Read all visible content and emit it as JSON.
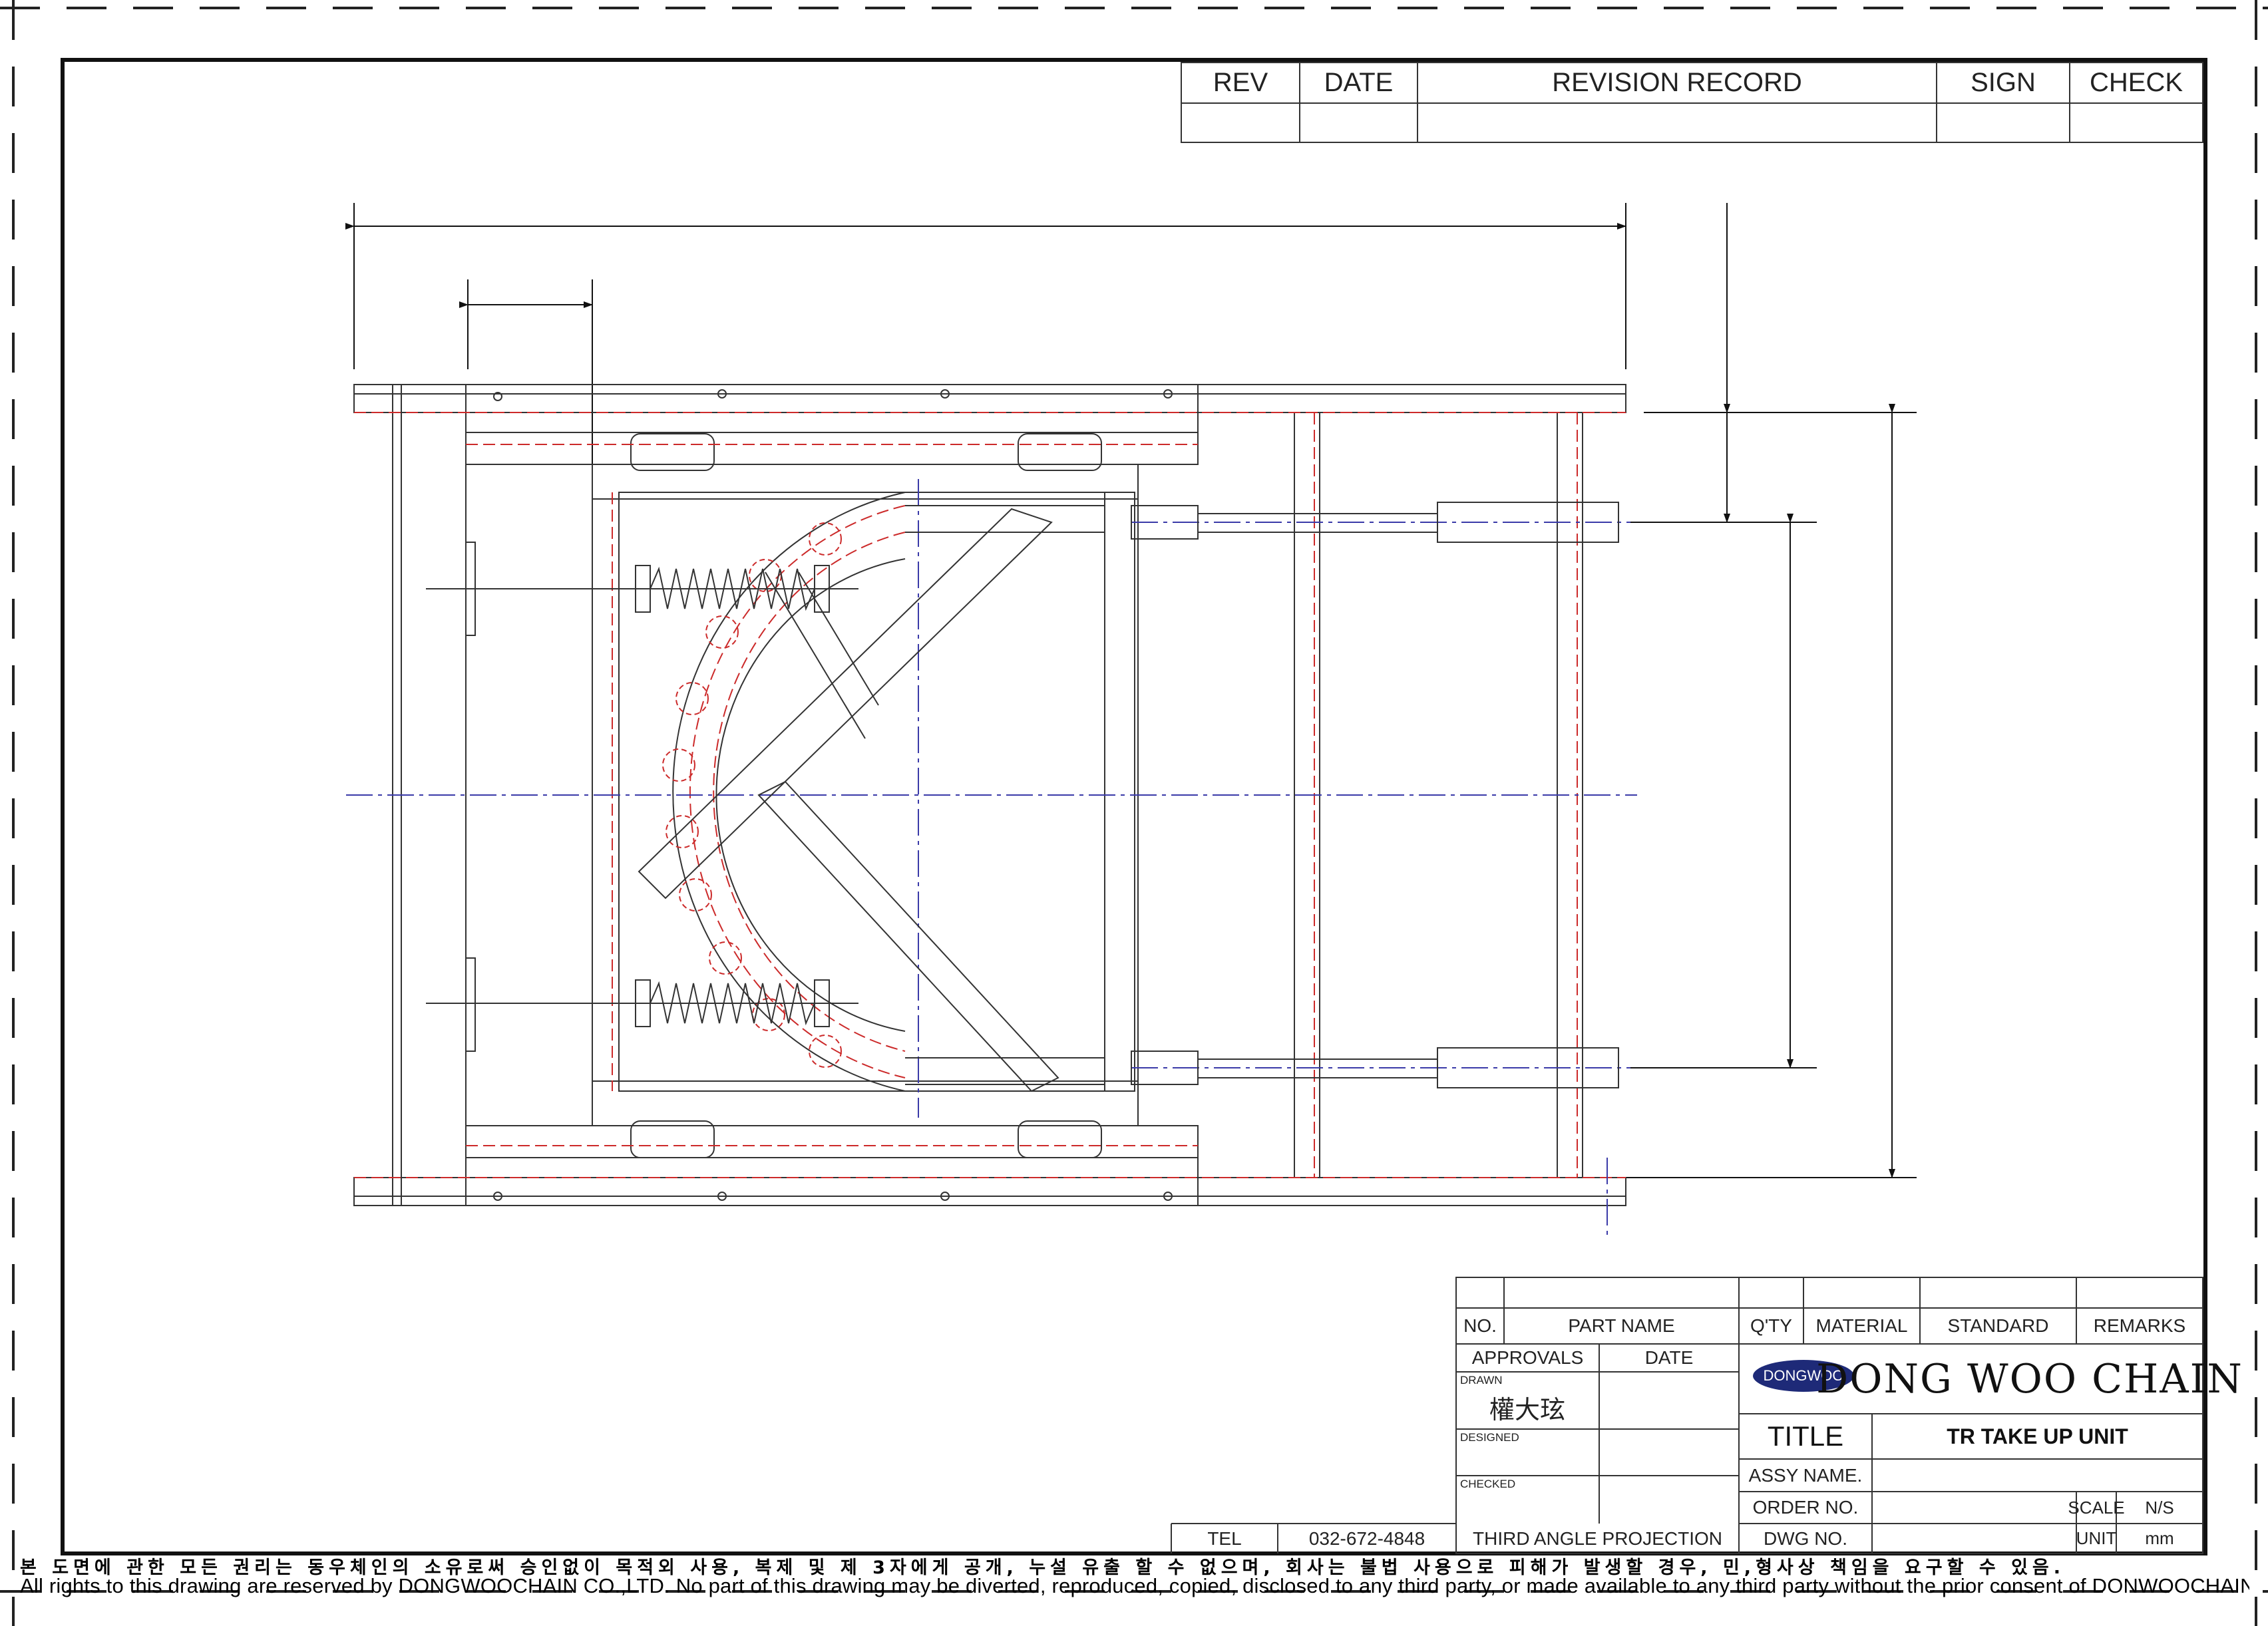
{
  "revision_block": {
    "rev": "REV",
    "date": "DATE",
    "revision_record": "REVISION RECORD",
    "sign": "SIGN",
    "check": "CHECK"
  },
  "parts_list": {
    "no": "NO.",
    "part_name": "PART NAME",
    "qty": "Q'TY",
    "material": "MATERIAL",
    "standard": "STANDARD",
    "remarks": "REMARKS"
  },
  "approvals": {
    "approvals": "APPROVALS",
    "date": "DATE",
    "drawn": "DRAWN",
    "drawn_by": "權大玹",
    "designed": "DESIGNED",
    "checked": "CHECKED"
  },
  "company": {
    "logo_text": "DONGWOO",
    "name": "DONG WOO CHAIN",
    "logo_color": "#1e2a78"
  },
  "title_block": {
    "title_label": "TITLE",
    "title_value": "TR TAKE UP UNIT",
    "assy_name": "ASSY NAME.",
    "order_no": "ORDER NO.",
    "dwg_no": "DWG NO.",
    "scale_label": "SCALE",
    "scale_value": "N/S",
    "unit_label": "UNIT",
    "unit_value": "mm",
    "tel_label": "TEL",
    "tel_value": "032-672-4848",
    "projection": "THIRD ANGLE PROJECTION"
  },
  "footer": {
    "korean": "본 도면에 관한 모든 권리는 동우체인의 소유로써 승인없이 목적외 사용, 복제 및 제 3자에게 공개, 누설 유출 할 수 없으며, 회사는 불법 사용으로 피해가 발생할 경우, 민,형사상 책임을 요구할 수 있음.",
    "english": "All rights to this drawing are reserved by DONGWOOCHAIN CO.,LTD. No part of this drawing may be diverted, reproduced, copied, disclosed to any third party, or made available to any third party without the prior consent of DONWOOCHAIN"
  },
  "colors": {
    "line": "#333333",
    "centerline": "#3a3aa8",
    "hidden": "#cc2a2a"
  }
}
